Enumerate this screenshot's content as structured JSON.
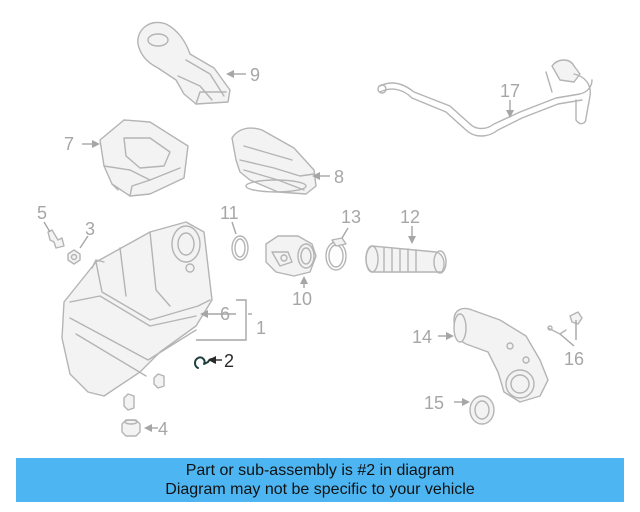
{
  "diagram": {
    "callouts": [
      {
        "label": "1",
        "highlighted": false
      },
      {
        "label": "2",
        "highlighted": true
      },
      {
        "label": "3",
        "highlighted": false
      },
      {
        "label": "4",
        "highlighted": false
      },
      {
        "label": "5",
        "highlighted": false
      },
      {
        "label": "6",
        "highlighted": false
      },
      {
        "label": "7",
        "highlighted": false
      },
      {
        "label": "8",
        "highlighted": false
      },
      {
        "label": "9",
        "highlighted": false
      },
      {
        "label": "10",
        "highlighted": false
      },
      {
        "label": "11",
        "highlighted": false
      },
      {
        "label": "12",
        "highlighted": false
      },
      {
        "label": "13",
        "highlighted": false
      },
      {
        "label": "14",
        "highlighted": false
      },
      {
        "label": "15",
        "highlighted": false
      },
      {
        "label": "16",
        "highlighted": false
      },
      {
        "label": "17",
        "highlighted": false
      }
    ]
  },
  "banner": {
    "line1": "Part or sub-assembly is #2 in diagram",
    "line2": "Diagram may not be specific to your vehicle",
    "background_color": "#4db6f2"
  },
  "colors": {
    "line_art": "#b4b4b4",
    "highlight": "#1f3f3f"
  }
}
